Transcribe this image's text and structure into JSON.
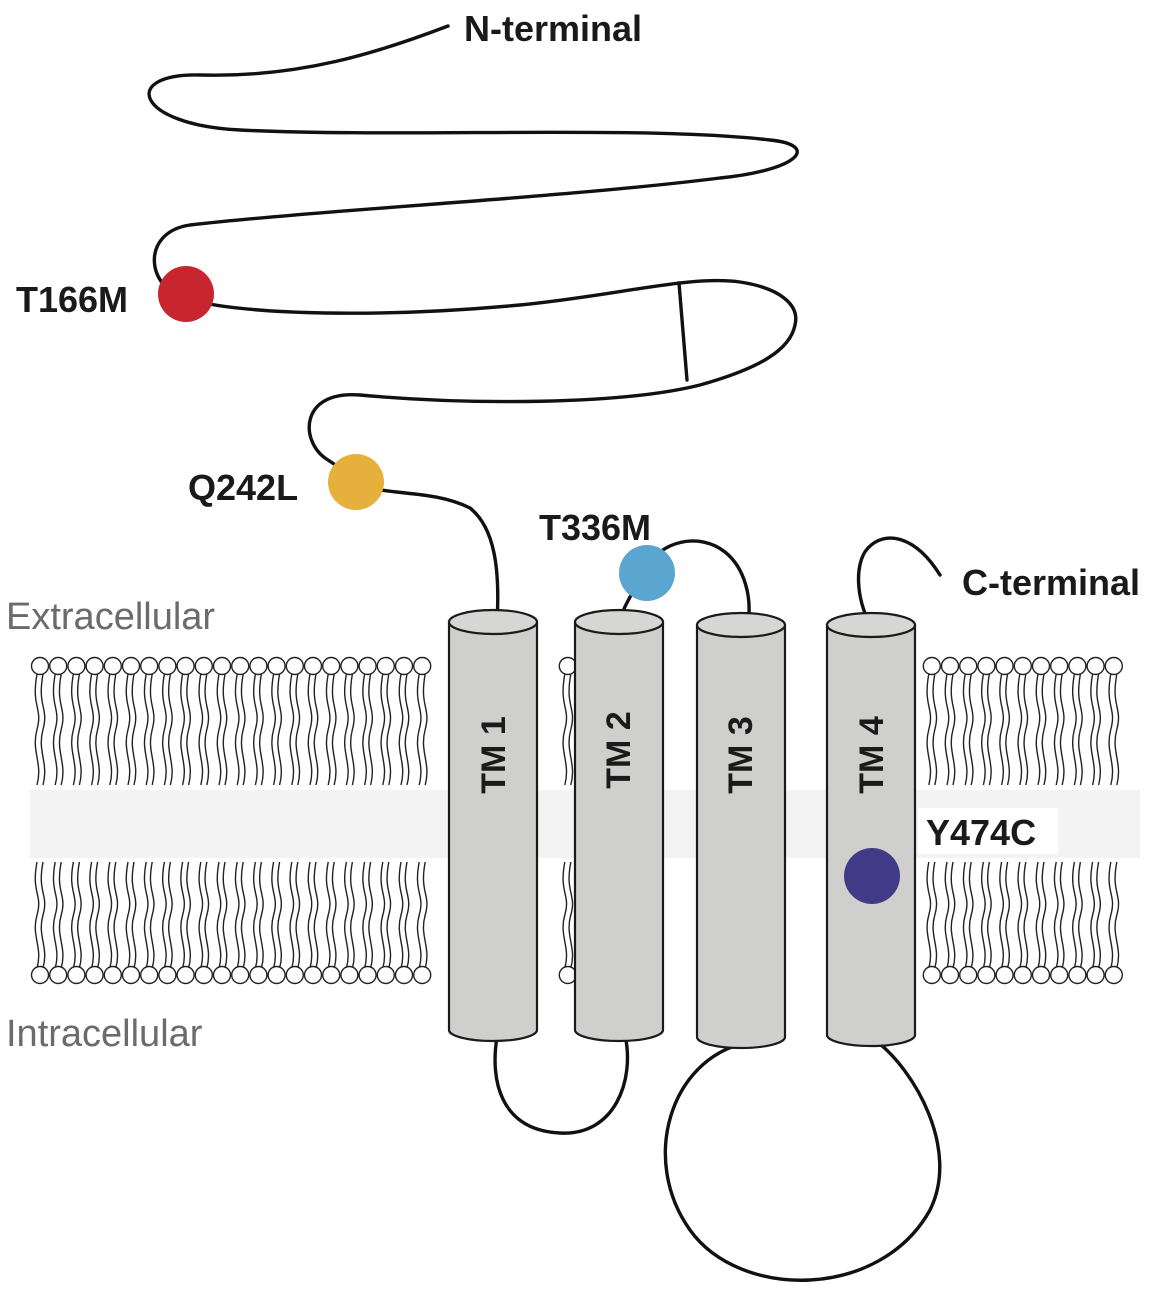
{
  "labels": {
    "n_terminal": "N-terminal",
    "c_terminal": "C-terminal",
    "extracellular": "Extracellular",
    "intracellular": "Intracellular"
  },
  "helices": [
    {
      "label": "TM 1"
    },
    {
      "label": "TM 2"
    },
    {
      "label": "TM 3"
    },
    {
      "label": "TM 4"
    }
  ],
  "mutations": [
    {
      "label": "T166M",
      "color": "#c8262f"
    },
    {
      "label": "Q242L",
      "color": "#e6b03c"
    },
    {
      "label": "T336M",
      "color": "#5ba6d0"
    },
    {
      "label": "Y474C",
      "color": "#3f3b86"
    }
  ],
  "colors": {
    "helix_fill": "#cfcfcd",
    "membrane_core": "#f2f2f2",
    "region_text": "#6b6b6b"
  }
}
